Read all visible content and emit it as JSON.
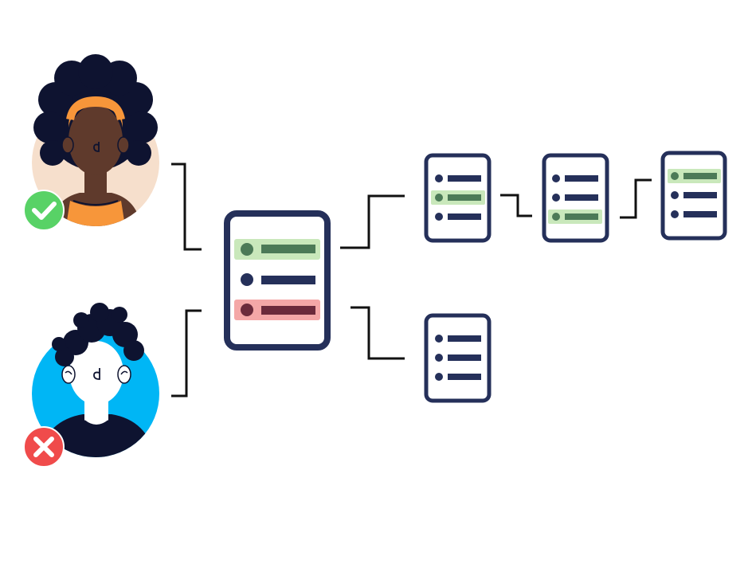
{
  "colors": {
    "navy": "#25305a",
    "near_black": "#0e1330",
    "line": "#111111",
    "approve_bg": "#c9e8bb",
    "approve_bar": "#4c7a57",
    "reject_bg": "#f4a7a7",
    "reject_bar": "#6b2a3b",
    "approved_badge": "#58d266",
    "rejected_badge": "#f04b4b",
    "avatar1_bg": "#f6dfcc",
    "avatar2_bg": "#00b6f5",
    "skin_dark": "#5f3a2c",
    "headband": "#f7963a"
  },
  "icons": {
    "approved_badge": "check-circle-icon",
    "rejected_badge": "x-circle-icon"
  },
  "diagram": {
    "users": [
      {
        "id": "approved-user",
        "status": "approved"
      },
      {
        "id": "rejected-user",
        "status": "rejected"
      }
    ],
    "documents": [
      {
        "id": "central-doc",
        "rows": [
          "approved",
          "neutral",
          "rejected"
        ]
      },
      {
        "id": "doc-top-1",
        "rows": [
          "neutral",
          "approved",
          "neutral"
        ]
      },
      {
        "id": "doc-top-2",
        "rows": [
          "neutral",
          "neutral",
          "approved"
        ]
      },
      {
        "id": "doc-top-3",
        "rows": [
          "approved",
          "neutral",
          "neutral"
        ]
      },
      {
        "id": "doc-bottom",
        "rows": [
          "neutral",
          "neutral",
          "neutral"
        ]
      }
    ]
  }
}
